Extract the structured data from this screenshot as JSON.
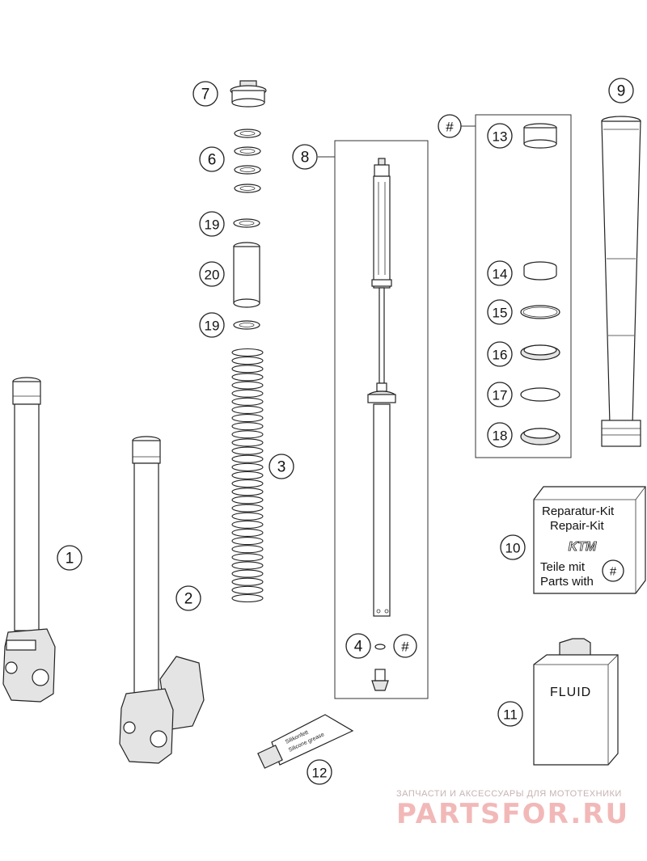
{
  "callouts": [
    "1",
    "2",
    "3",
    "4",
    "6",
    "7",
    "8",
    "9",
    "10",
    "11",
    "12",
    "13",
    "14",
    "15",
    "16",
    "17",
    "18",
    "19",
    "19",
    "20",
    "#",
    "#",
    "#"
  ],
  "repair_kit": {
    "line1": "Reparatur-Kit",
    "line2": "Repair-Kit",
    "logo": "KTM",
    "line3": "Teile mit",
    "line4": "Parts with",
    "symbol": "#"
  },
  "fluid_label": "FLUID",
  "grease_tube": {
    "line1": "Silikonfett",
    "line2": "Silicone grease"
  },
  "watermark": {
    "tagline": "ЗАПЧАСТИ И АКСЕССУАРЫ ДЛЯ МОТОТЕХНИКИ",
    "brand": "PARTSFOR.RU"
  }
}
